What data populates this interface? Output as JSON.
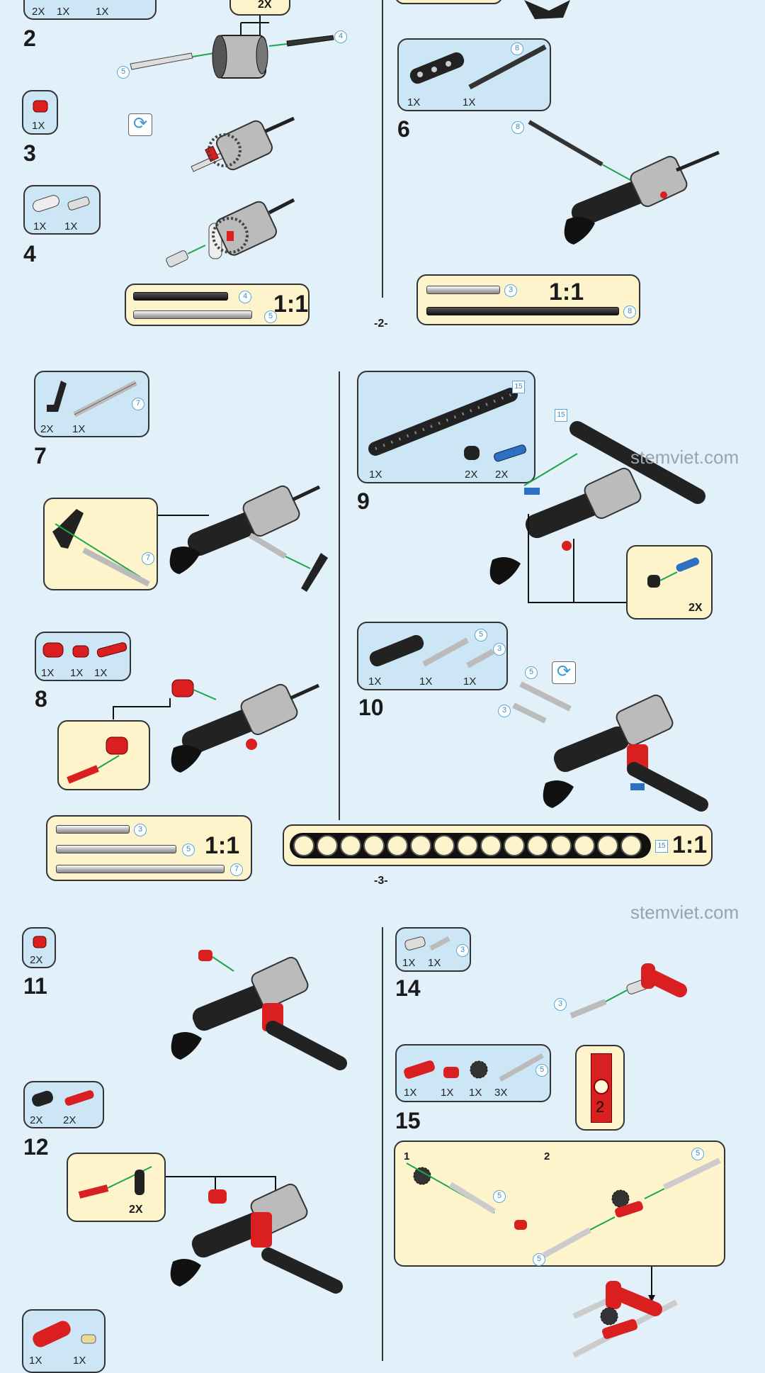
{
  "page2": {
    "step1_qty": [
      "2X",
      "1X",
      "1X"
    ],
    "step2": {
      "number": "2",
      "callout_qty": "2X",
      "axle_refs": [
        "4",
        "5"
      ]
    },
    "step3": {
      "number": "3",
      "qty": [
        "1X"
      ]
    },
    "step4": {
      "number": "4",
      "qty": [
        "1X",
        "1X"
      ]
    },
    "scale_left": {
      "refs": [
        "4",
        "5"
      ],
      "label": "1:1"
    },
    "step6": {
      "number": "6",
      "qty": [
        "1X",
        "1X"
      ],
      "ref": "8",
      "axle_ref": "8"
    },
    "scale_right": {
      "refs": [
        "3",
        "8"
      ],
      "label": "1:1"
    },
    "page_number": "-2-"
  },
  "page3": {
    "step7": {
      "number": "7",
      "qty": [
        "2X",
        "1X"
      ],
      "ref": "7",
      "callout_ref": "7"
    },
    "step8": {
      "number": "8",
      "qty": [
        "1X",
        "1X",
        "1X"
      ]
    },
    "scale_left": {
      "refs": [
        "3",
        "5",
        "7"
      ],
      "label": "1:1"
    },
    "step9": {
      "number": "9",
      "qty": [
        "1X",
        "2X",
        "2X"
      ],
      "ref": "15",
      "beam_ref": "15",
      "callout_qty": "2X"
    },
    "step10": {
      "number": "10",
      "qty": [
        "1X",
        "1X",
        "1X"
      ],
      "refs": [
        "5",
        "3"
      ],
      "axle_refs": [
        "5",
        "3"
      ]
    },
    "scale_beam": {
      "ref": "15",
      "label": "1:1",
      "holes": 15
    },
    "page_number": "-3-"
  },
  "watermark": "stemviet.com",
  "page4": {
    "step11": {
      "number": "11",
      "qty": [
        "2X"
      ]
    },
    "step12": {
      "number": "12",
      "qty": [
        "2X",
        "2X"
      ],
      "callout_qty": "2X"
    },
    "step13": {
      "qty": [
        "1X",
        "1X"
      ]
    },
    "step14": {
      "number": "14",
      "qty": [
        "1X",
        "1X"
      ],
      "ref": "3",
      "axle_ref": "3"
    },
    "step15": {
      "number": "15",
      "qty": [
        "1X",
        "1X",
        "1X",
        "3X"
      ],
      "ref": "5",
      "card_label": "2",
      "sub1": "1",
      "sub2": "2",
      "refs": [
        "5",
        "5",
        "5"
      ]
    }
  },
  "colors": {
    "background": "#e2f0fa",
    "parts_box": "#cde6f6",
    "callout": "#fdf4cc",
    "arrow": "#1aa64a",
    "red": "#d91f1f"
  }
}
